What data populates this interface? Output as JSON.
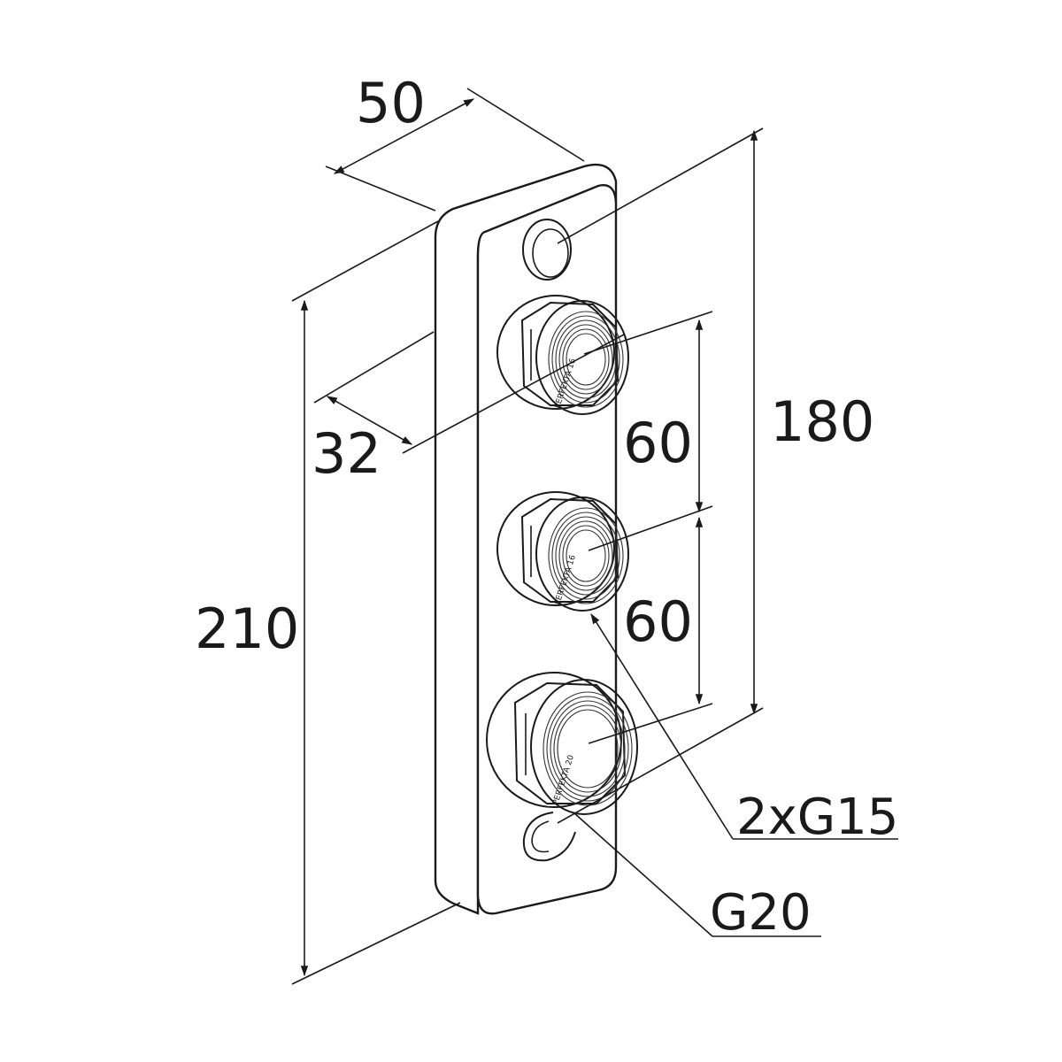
{
  "dimensions": {
    "width": "50",
    "total_height": "210",
    "inlet_offset": "32",
    "spacing_upper": "60",
    "spacing_lower": "60",
    "mounting_span": "180"
  },
  "callouts": {
    "small_ports": "2xG15",
    "large_port": "G20"
  },
  "port_markings": {
    "upper": "PERFEKTA 16",
    "middle": "PERFEKTA 16",
    "lower": "PERFEKTA 20"
  },
  "colors": {
    "line": "#1a1a1a",
    "background": "#ffffff"
  }
}
